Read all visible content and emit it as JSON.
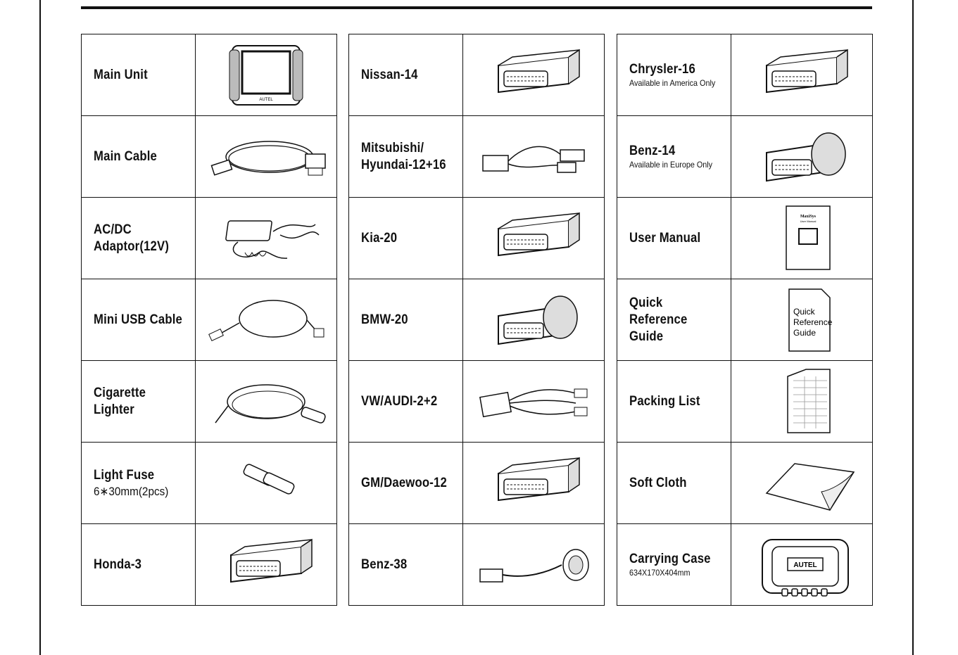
{
  "columns": [
    {
      "items": [
        {
          "name": "Main Unit",
          "sub": "",
          "icon": "tablet-icon"
        },
        {
          "name": "Main Cable",
          "sub": "",
          "icon": "cable-icon"
        },
        {
          "name": "AC/DC\nAdaptor(12V)",
          "sub": "",
          "icon": "power-adapter-icon"
        },
        {
          "name": "Mini USB Cable",
          "sub": "",
          "icon": "usb-cable-icon"
        },
        {
          "name": "Cigarette Lighter",
          "sub": "",
          "icon": "cigarette-lighter-icon"
        },
        {
          "name": "Light Fuse",
          "sub": "6∗30mm(2pcs)",
          "icon": "fuse-icon"
        },
        {
          "name": "Honda-3",
          "sub": "",
          "icon": "obd-connector-icon"
        }
      ]
    },
    {
      "items": [
        {
          "name": "Nissan-14",
          "sub": "",
          "icon": "obd-connector-icon"
        },
        {
          "name": "Mitsubishi/\nHyundai-12+16",
          "sub": "",
          "icon": "y-cable-icon"
        },
        {
          "name": "Kia-20",
          "sub": "",
          "icon": "obd-connector-icon"
        },
        {
          "name": "BMW-20",
          "sub": "",
          "icon": "round-connector-icon"
        },
        {
          "name": "VW/AUDI-2+2",
          "sub": "",
          "icon": "split-cable-icon"
        },
        {
          "name": "GM/Daewoo-12",
          "sub": "",
          "icon": "obd-connector-icon"
        },
        {
          "name": "Benz-38",
          "sub": "",
          "icon": "round-plug-cable-icon"
        }
      ]
    },
    {
      "items": [
        {
          "name": "Chrysler-16",
          "sub": "Available in America Only",
          "icon": "obd-connector-icon"
        },
        {
          "name": "Benz-14",
          "sub": "Available in Europe Only",
          "icon": "round-connector-icon"
        },
        {
          "name": "User Manual",
          "sub": "",
          "icon": "manual-icon",
          "doc_title": "MaxiSys",
          "doc_subtitle": "User Manual"
        },
        {
          "name": "Quick Reference\nGuide",
          "sub": "",
          "icon": "guide-icon",
          "doc_text": "Quick\nReference\nGuide"
        },
        {
          "name": "Packing List",
          "sub": "",
          "icon": "packing-list-icon"
        },
        {
          "name": "Soft Cloth",
          "sub": "",
          "icon": "cloth-icon"
        },
        {
          "name": "Carrying Case",
          "sub": "634X170X404mm",
          "icon": "carrying-case-icon",
          "brand": "AUTEL"
        }
      ]
    }
  ],
  "brand": "AUTEL"
}
